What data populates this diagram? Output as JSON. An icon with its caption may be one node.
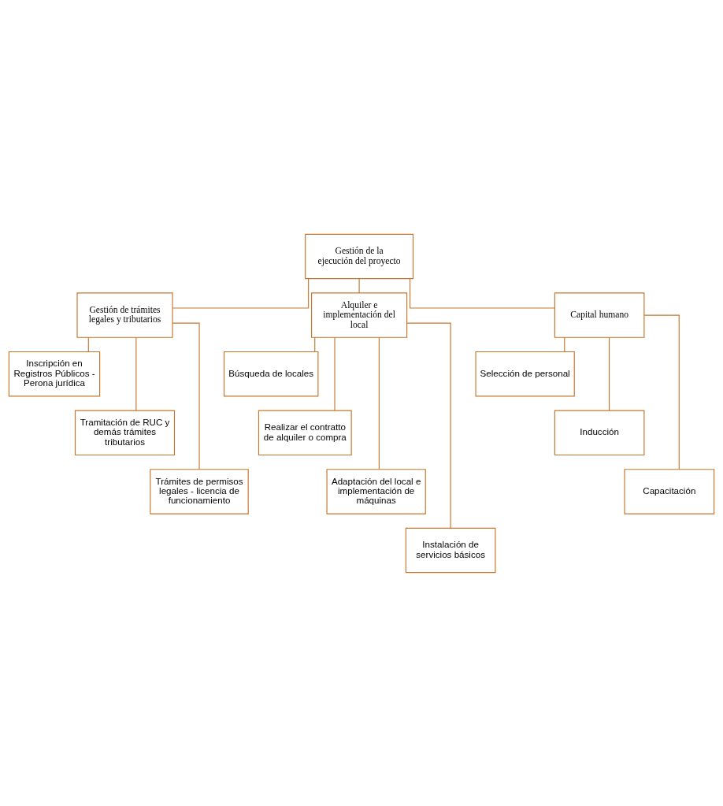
{
  "diagram": {
    "nodes": [
      {
        "text": [
          "Gestión de la ejecución del proyecto"
        ]
      },
      {
        "text": [
          "Gestión de trámites legales y tributarios"
        ]
      },
      {
        "text": [
          "Alquiler e implementación del local"
        ]
      },
      {
        "text": [
          "Capital humano"
        ]
      },
      {
        "text": [
          "Inscripción en Registros Públicos - Perona jurídica"
        ]
      },
      {
        "text": [
          "Tramitación de RUC y demás trámites tributarios"
        ]
      },
      {
        "text": [
          "Trámites de permisos legales - licencia de funcionamiento"
        ]
      },
      {
        "text": [
          "Búsqueda de locales"
        ]
      },
      {
        "text": [
          "Realizar el contratto de alquiler o compra"
        ]
      },
      {
        "text": [
          "Adaptación del local e implementación de máquinas"
        ]
      },
      {
        "text": [
          "Instalación de servicios básicos"
        ]
      },
      {
        "text": [
          "Selección de personal"
        ]
      },
      {
        "text": [
          "Inducción"
        ]
      },
      {
        "text": [
          "Capacitación"
        ]
      }
    ],
    "edges": [
      {
        "from": 0,
        "to": 1,
        "arrow": "none"
      },
      {
        "from": 0,
        "to": 2,
        "arrow": "none"
      },
      {
        "from": 0,
        "to": 3,
        "arrow": "none"
      },
      {
        "from": 1,
        "to": 4,
        "arrow": "none"
      },
      {
        "from": 1,
        "to": 5,
        "arrow": "none"
      },
      {
        "from": 1,
        "to": 6,
        "arrow": "none"
      },
      {
        "from": 2,
        "to": 7,
        "arrow": "none"
      },
      {
        "from": 2,
        "to": 8,
        "arrow": "none"
      },
      {
        "from": 2,
        "to": 9,
        "arrow": "none"
      },
      {
        "from": 2,
        "to": 10,
        "arrow": "none"
      },
      {
        "from": 3,
        "to": 11,
        "arrow": "none"
      },
      {
        "from": 3,
        "to": 12,
        "arrow": "none"
      },
      {
        "from": 3,
        "to": 13,
        "arrow": "none"
      }
    ]
  }
}
